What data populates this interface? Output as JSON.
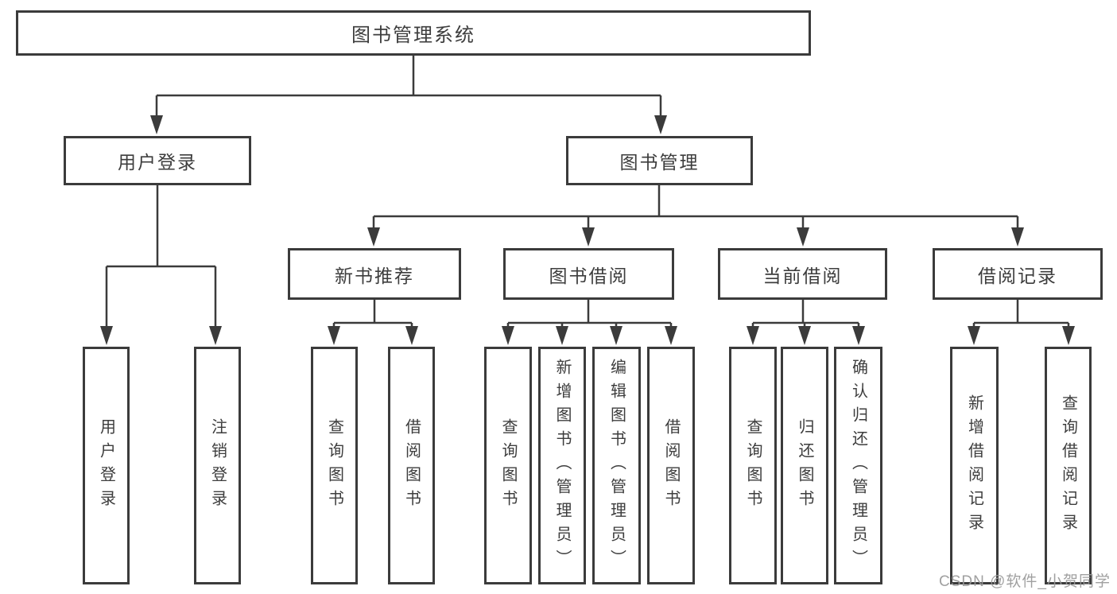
{
  "colors": {
    "line": "#3b3b3b",
    "box_border": "#3b3b3b",
    "box_fill": "#ffffff",
    "text": "#3d3d3d",
    "watermark": "#989898",
    "background": "#ffffff"
  },
  "tree": {
    "root": {
      "label": "图书管理系统",
      "children": [
        {
          "label": "用户登录",
          "children": [
            {
              "label": "用户登录"
            },
            {
              "label": "注销登录"
            }
          ]
        },
        {
          "label": "图书管理",
          "children": [
            {
              "label": "新书推荐",
              "children": [
                {
                  "label": "查询图书"
                },
                {
                  "label": "借阅图书"
                }
              ]
            },
            {
              "label": "图书借阅",
              "children": [
                {
                  "label": "查询图书"
                },
                {
                  "label": "新增图书（管理员）"
                },
                {
                  "label": "编辑图书（管理员）"
                },
                {
                  "label": "借阅图书"
                }
              ]
            },
            {
              "label": "当前借阅",
              "children": [
                {
                  "label": "查询图书"
                },
                {
                  "label": "归还图书"
                },
                {
                  "label": "确认归还（管理员）"
                }
              ]
            },
            {
              "label": "借阅记录",
              "children": [
                {
                  "label": "新增借阅记录"
                },
                {
                  "label": "查询借阅记录"
                }
              ]
            }
          ]
        }
      ]
    }
  },
  "watermark": {
    "text": "CSDN @软件_小贺同学"
  }
}
